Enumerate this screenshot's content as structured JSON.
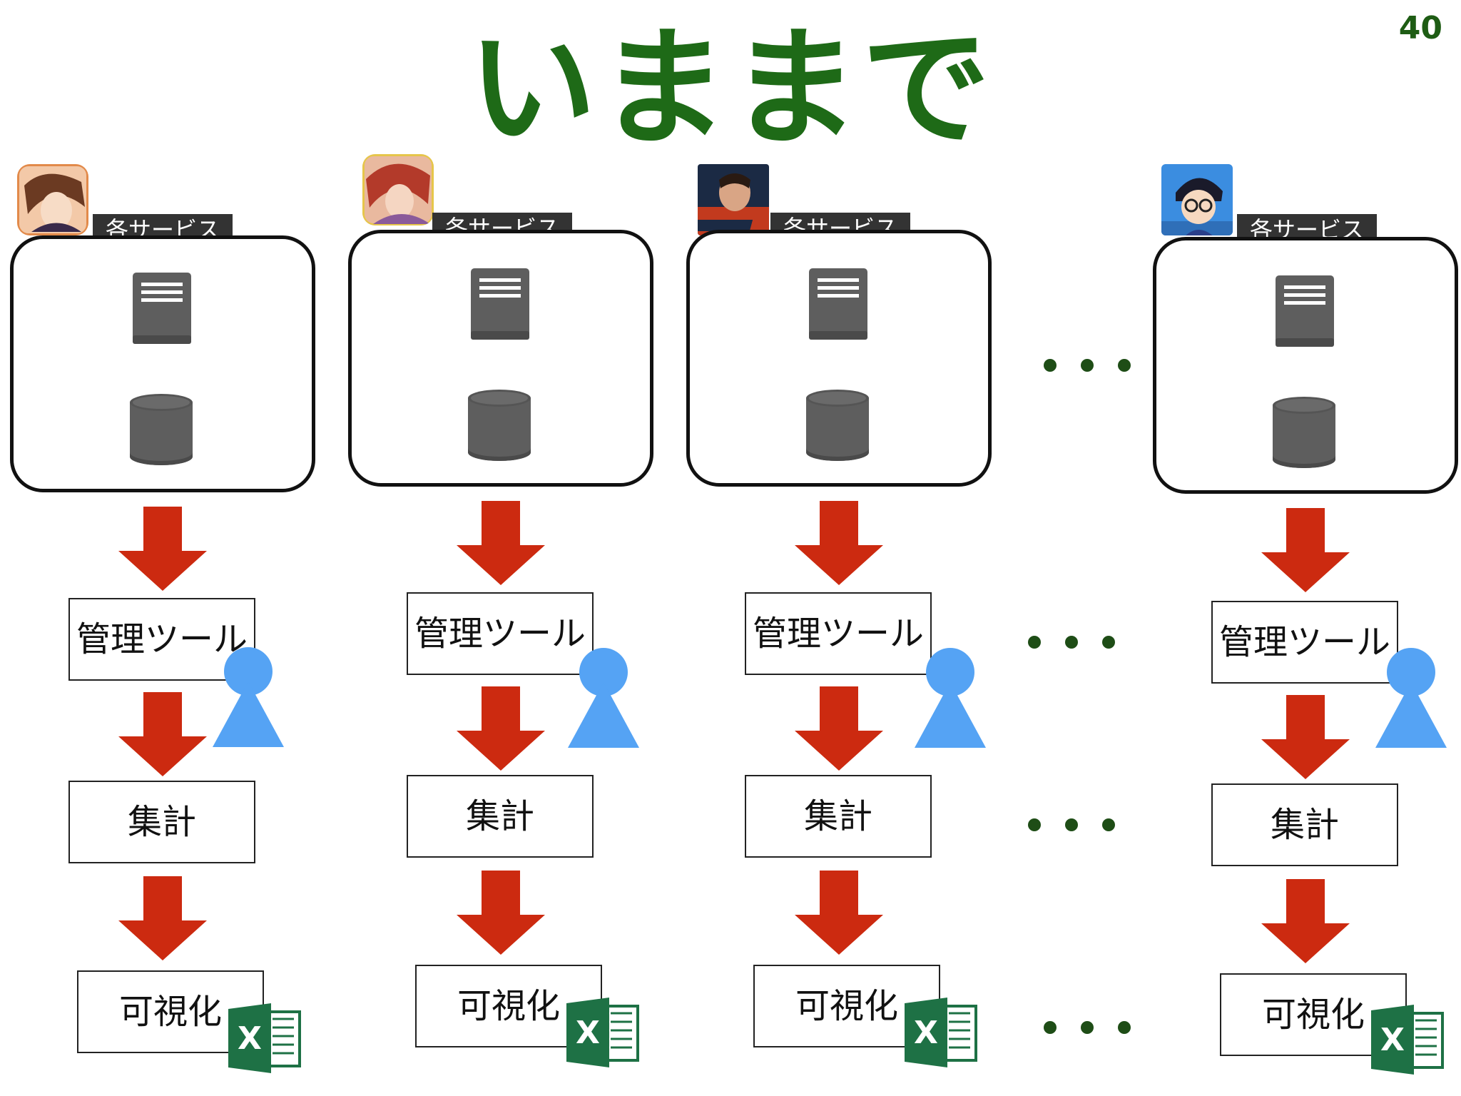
{
  "slide": {
    "title": "いままで",
    "page_number": "40"
  },
  "columns": [
    {
      "app": "app-icon-1",
      "tag": "各サービス",
      "steps": [
        "管理ツール",
        "集計",
        "可視化"
      ]
    },
    {
      "app": "app-icon-2",
      "tag": "各サービス",
      "steps": [
        "管理ツール",
        "集計",
        "可視化"
      ]
    },
    {
      "app": "app-icon-3",
      "tag": "各サービス",
      "steps": [
        "管理ツール",
        "集計",
        "可視化"
      ]
    },
    {
      "app": "app-icon-4",
      "tag": "各サービス",
      "steps": [
        "管理ツール",
        "集計",
        "可視化"
      ]
    }
  ],
  "colors": {
    "title": "#1e6a17",
    "arrow": "#cc2a10",
    "person": "#55a3f4",
    "server": "#616161",
    "excel": "#1e7145",
    "dots": "#1e4d16"
  },
  "icons": [
    "server-icon",
    "database-icon",
    "down-arrow-icon",
    "person-icon",
    "excel-icon",
    "ellipsis-icon"
  ]
}
